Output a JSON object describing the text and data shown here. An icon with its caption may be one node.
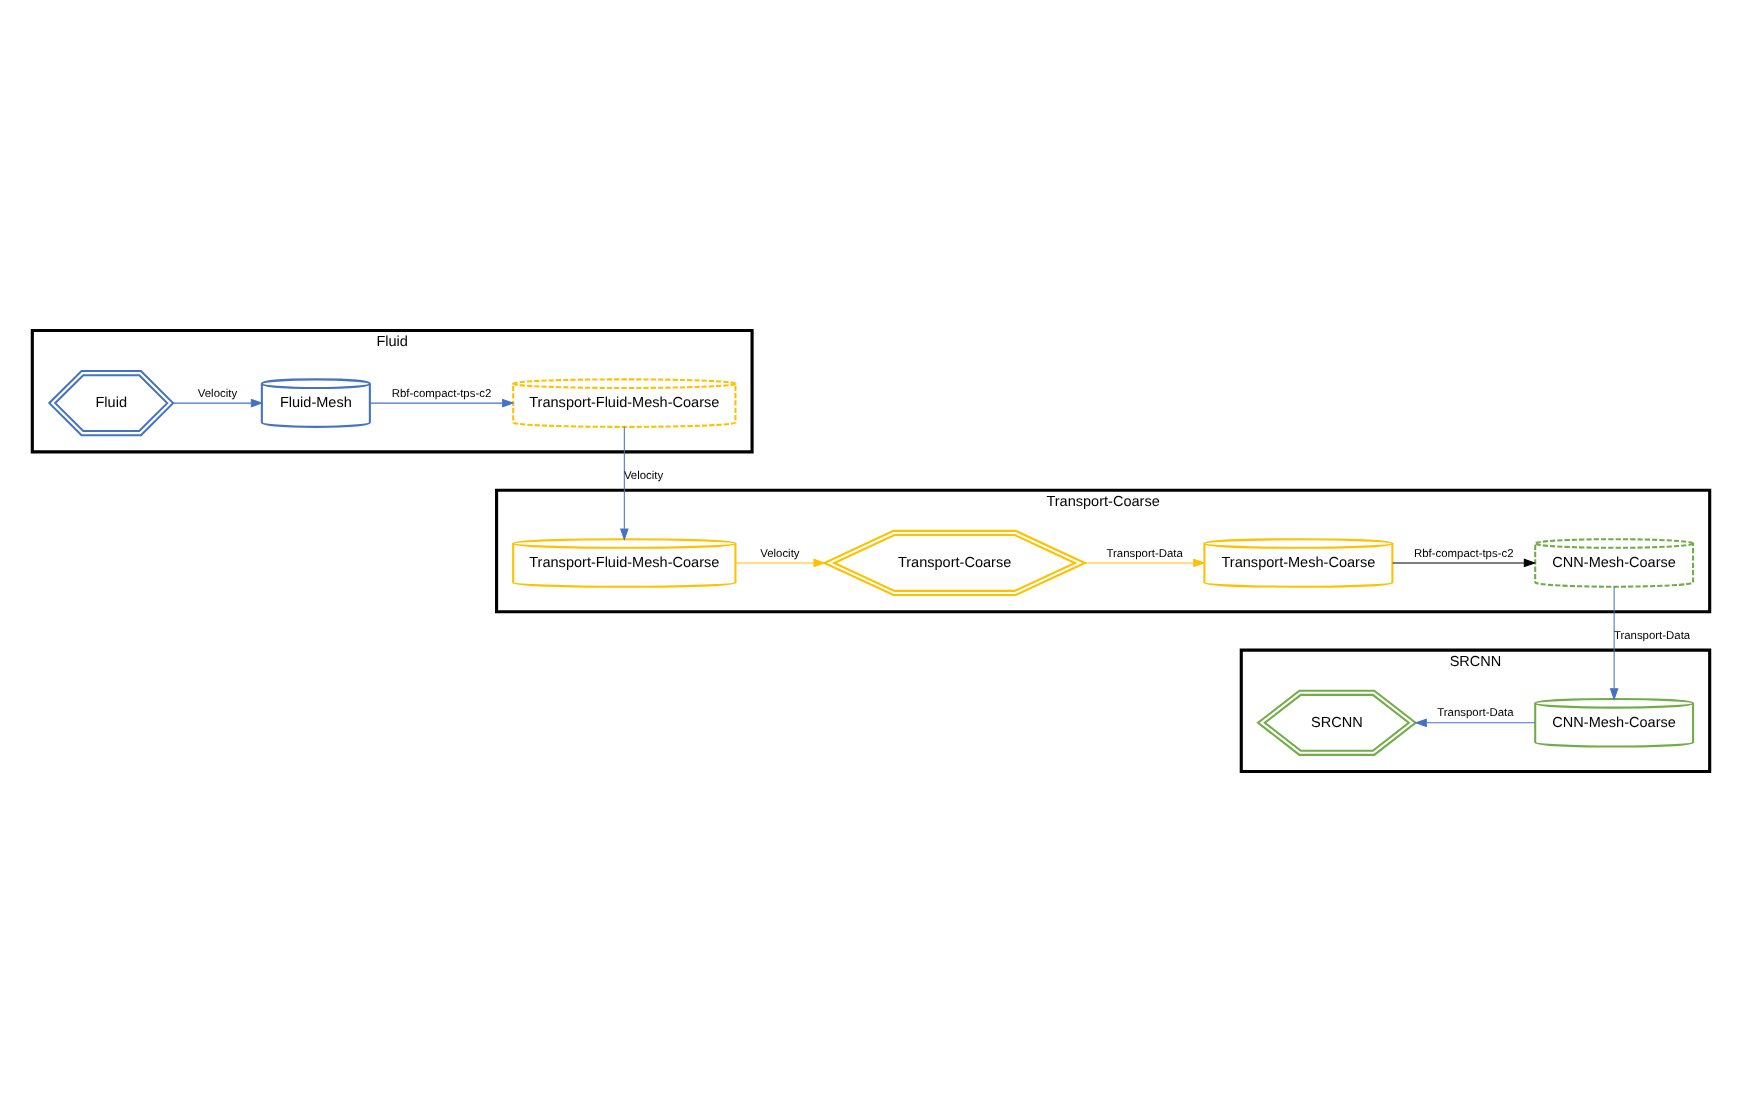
{
  "diagram": {
    "nodes": [
      {
        "text": [
          "Fluid"
        ]
      },
      {
        "text": [
          "Fluid"
        ],
        "in": 0
      },
      {
        "text": [
          "Fluid-Mesh"
        ],
        "in": 0
      },
      {
        "text": [
          "Transport-Fluid-Mesh-Coarse"
        ],
        "in": 0
      },
      {
        "text": [
          "Transport-Coarse"
        ]
      },
      {
        "text": [
          "Transport-Fluid-Mesh-Coarse"
        ],
        "in": 4
      },
      {
        "text": [
          "Transport-Coarse"
        ],
        "in": 4
      },
      {
        "text": [
          "Transport-Mesh-Coarse"
        ],
        "in": 4
      },
      {
        "text": [
          "CNN-Mesh-Coarse"
        ],
        "in": 4
      },
      {
        "text": [
          "SRCNN"
        ]
      },
      {
        "text": [
          "SRCNN"
        ],
        "in": 9
      },
      {
        "text": [
          "CNN-Mesh-Coarse"
        ],
        "in": 9
      }
    ],
    "edges": [
      {
        "from": 1,
        "to": 2,
        "arrow": "to",
        "label": "Velocity"
      },
      {
        "from": 2,
        "to": 3,
        "arrow": "to",
        "label": "Rbf-compact-tps-c2"
      },
      {
        "from": 3,
        "to": 5,
        "arrow": "to",
        "label": "Velocity"
      },
      {
        "from": 5,
        "to": 6,
        "arrow": "to",
        "label": "Velocity",
        "color": "#ffc000"
      },
      {
        "from": 6,
        "to": 7,
        "arrow": "to",
        "label": "Transport-Data",
        "color": "#ffc000"
      },
      {
        "from": 7,
        "to": 8,
        "arrow": "to",
        "label": "Rbf-compact-tps-c2",
        "color": "#000000"
      },
      {
        "from": 8,
        "to": 11,
        "arrow": "to",
        "label": "Transport-Data"
      },
      {
        "from": 11,
        "to": 10,
        "arrow": "to",
        "label": "Transport-Data"
      }
    ]
  }
}
